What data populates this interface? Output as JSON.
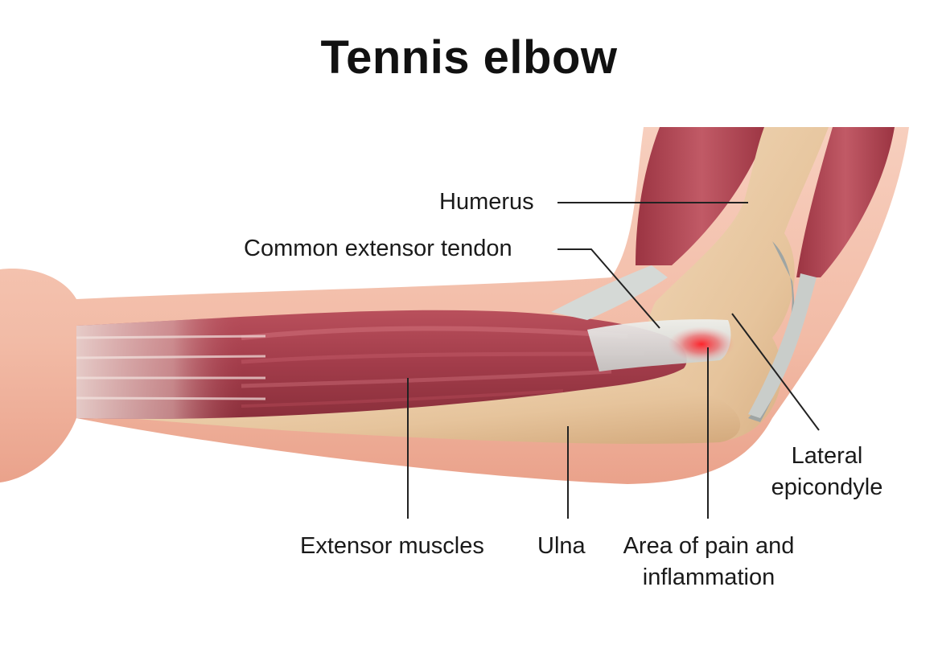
{
  "title": "Tennis elbow",
  "labels": {
    "humerus": "Humerus",
    "common_extensor_tendon": "Common extensor tendon",
    "lateral_epicondyle_line1": "Lateral",
    "lateral_epicondyle_line2": "epicondyle",
    "extensor_muscles": "Extensor muscles",
    "ulna": "Ulna",
    "pain_line1": "Area of pain and",
    "pain_line2": "inflammation"
  },
  "colors": {
    "skin": "#f2c1ac",
    "skin_edge": "#eaa58e",
    "bone": "#e9c9a2",
    "muscle": "#a8414f",
    "muscle_light": "#c9636d",
    "tendon": "#dcdfdc",
    "pain": "#e8202a",
    "leader_line": "#222222"
  }
}
